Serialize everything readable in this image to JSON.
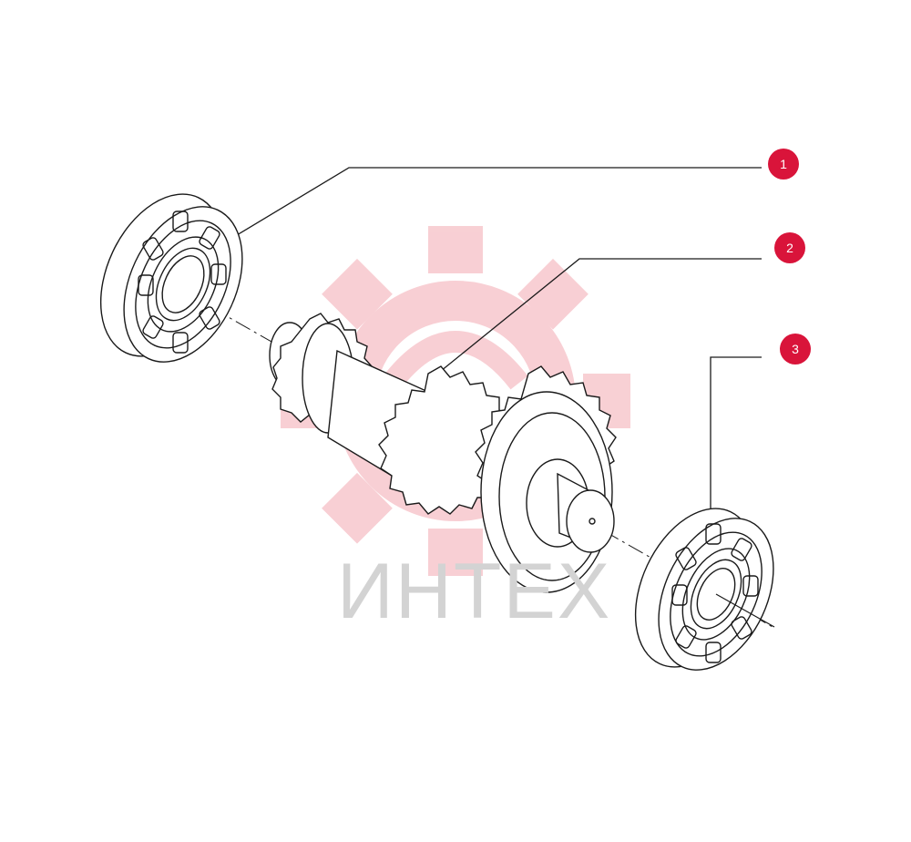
{
  "diagram": {
    "watermark": {
      "text": "ИНТЕХ"
    },
    "callouts": [
      {
        "number": "1",
        "part": "bearing-left"
      },
      {
        "number": "2",
        "part": "gear-shaft"
      },
      {
        "number": "3",
        "part": "bearing-right"
      }
    ],
    "colors": {
      "callout_badge": "#d9143a",
      "line_art": "#1a1a1a",
      "watermark_gear": "#f6c4c9",
      "watermark_text": "#d3d3d3",
      "background": "#ffffff"
    }
  }
}
